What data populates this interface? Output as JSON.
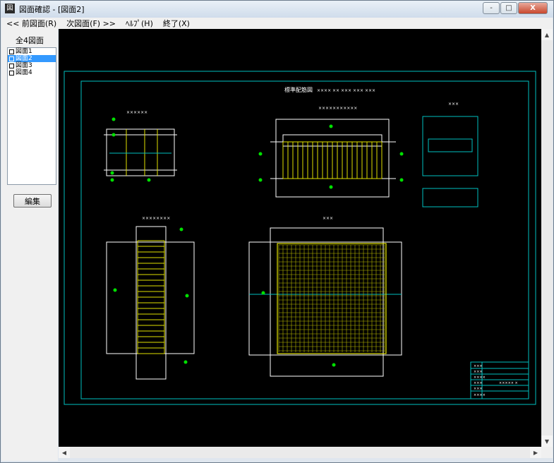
{
  "window": {
    "title": "図面確認 - [図面2]",
    "icon_name": "app-icon",
    "buttons": {
      "minimize": "-",
      "maximize": "□",
      "close": "X"
    }
  },
  "menu": {
    "items": [
      {
        "label": "<< 前図面(R)"
      },
      {
        "label": "次図面(F) >>"
      },
      {
        "label": "ﾍﾙﾌﾟ(H)"
      },
      {
        "label": "終了(X)"
      }
    ]
  },
  "sidebar": {
    "all_label": "全4図面",
    "items": [
      {
        "label": "図面1",
        "selected": false
      },
      {
        "label": "図面2",
        "selected": true
      },
      {
        "label": "図面3",
        "selected": false
      },
      {
        "label": "図面4",
        "selected": false
      }
    ],
    "edit_label": "編集"
  },
  "drawing": {
    "title": "標準配筋図",
    "colors": {
      "frame": "#00c0c0",
      "rebar": "#e0e000",
      "line": "#ffffff",
      "tag": "#00e000"
    }
  }
}
